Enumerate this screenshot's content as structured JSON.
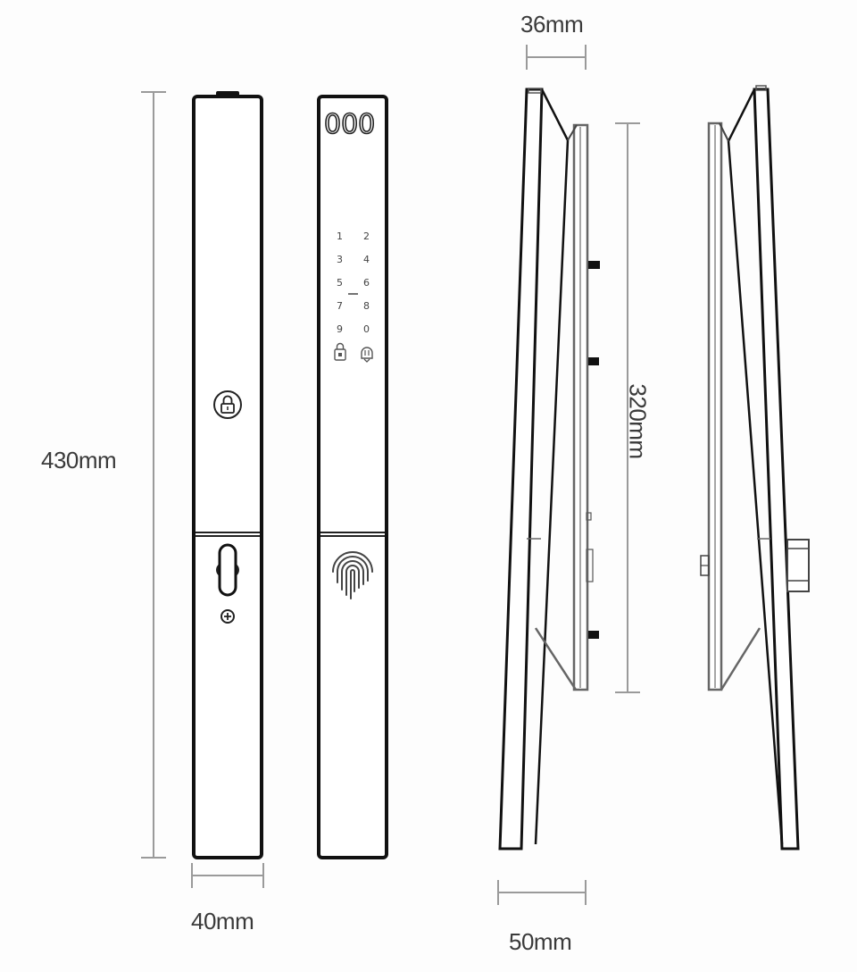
{
  "dimensions": {
    "height_total": "430mm",
    "width_front": "40mm",
    "depth_top": "36mm",
    "depth_bottom": "50mm",
    "handle_height": "320mm"
  },
  "front_panel": {
    "display_digits": "000",
    "keypad": [
      "1",
      "2",
      "3",
      "4",
      "5",
      "6",
      "7",
      "8",
      "9",
      "0"
    ],
    "keypad_icons": [
      "lock-icon",
      "doorbell-icon"
    ],
    "bottom_icon": "fingerprint-icon"
  },
  "back_panel": {
    "icons": [
      "lock-knob-icon",
      "thumb-turn-icon",
      "screw-icon"
    ]
  },
  "colors": {
    "outline": "#111111",
    "dimension_line": "#9a9a9a",
    "label": "#3a3a3a",
    "background": "#fdfdfd"
  }
}
